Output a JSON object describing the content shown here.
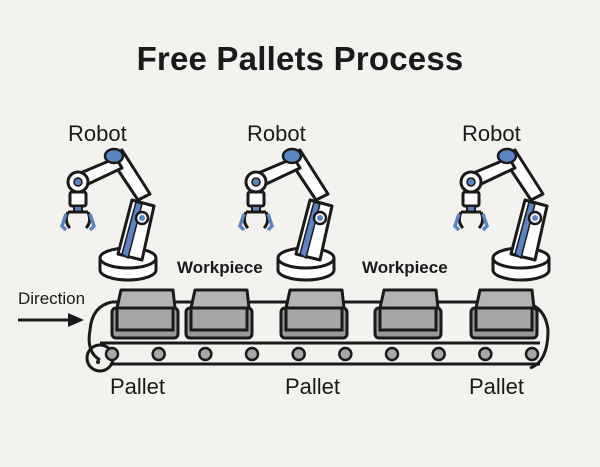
{
  "title": "Free Pallets Process",
  "colors": {
    "background": "#f3f2ee",
    "stroke": "#1a1a1a",
    "accent_blue": "#5b84c4",
    "robot_body": "#ffffff",
    "workpiece_fill": "#a6a6a6",
    "workpiece_top": "#b3b3b3",
    "pallet_fill": "#9a9a9a",
    "roller_fill": "#a8a8a8"
  },
  "robots": [
    {
      "label": "Robot",
      "icon": "robot-arm-icon"
    },
    {
      "label": "Robot",
      "icon": "robot-arm-icon"
    },
    {
      "label": "Robot",
      "icon": "robot-arm-icon"
    }
  ],
  "workpiece_labels": [
    "Workpiece",
    "Workpiece"
  ],
  "direction": {
    "label": "Direction",
    "icon": "arrow-right-icon"
  },
  "pallet_labels": [
    "Pallet",
    "Pallet",
    "Pallet"
  ],
  "conveyor": {
    "pallet_count": 5,
    "roller_count": 10
  }
}
